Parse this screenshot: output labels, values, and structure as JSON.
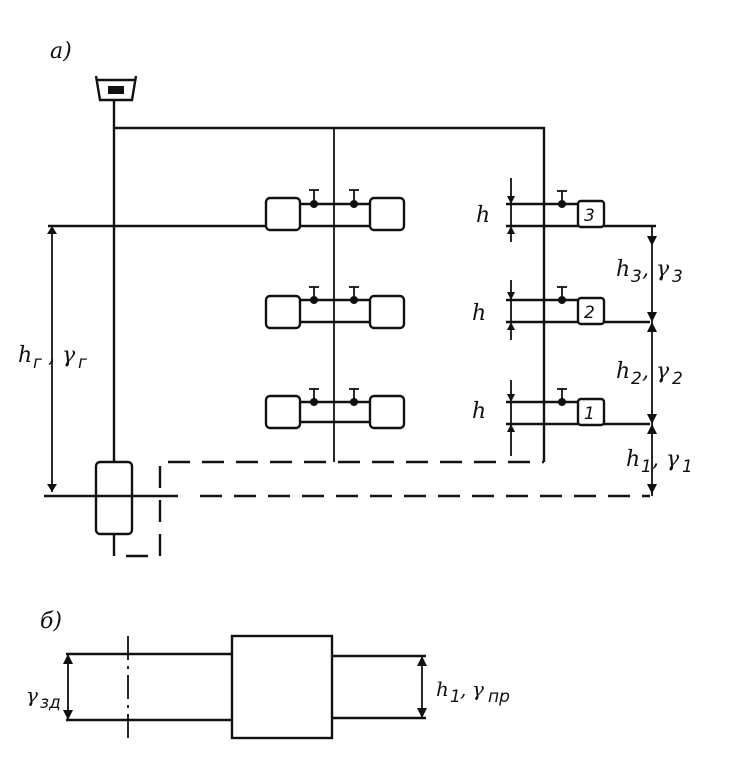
{
  "diagram_a": {
    "label": "а)",
    "text_h_g": "h",
    "text_h_g_sub": "г",
    "text_gamma_g": "γ",
    "text_gamma_g_sub": "г",
    "h_label": "h",
    "row_labels": {
      "r3": {
        "h": "h",
        "sub": "3",
        "gamma": "γ",
        "gsub": "3"
      },
      "r2": {
        "h": "h",
        "sub": "2",
        "gamma": "γ",
        "gsub": "2"
      },
      "r1": {
        "h": "h",
        "sub": "1",
        "gamma": "γ",
        "gsub": "1"
      }
    },
    "devices": [
      "3",
      "2",
      "1"
    ]
  },
  "diagram_b": {
    "label": "б)",
    "left_label": "γ",
    "left_sub": "зд",
    "right_h": "h",
    "right_sub": "1",
    "right_gamma": "γ",
    "right_gsub": "пр"
  }
}
